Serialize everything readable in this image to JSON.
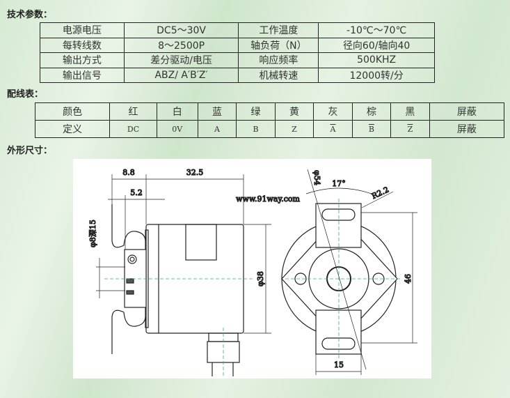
{
  "sections": {
    "spec_title": "技术参数：",
    "wiring_title": "配线表：",
    "dimensions_title": "外形尺寸："
  },
  "spec_table": [
    [
      "电源电压",
      "DC5～30V",
      "工作温度",
      "-10℃～70℃"
    ],
    [
      "每转线数",
      "8～2500P",
      "轴负荷（N）",
      "径向60/轴向40"
    ],
    [
      "输出方式",
      "差分驱动/电压",
      "响应频率",
      "500KHZ"
    ],
    [
      "输出信号",
      "ABZ/ A′B′Z′",
      "机械转速",
      "12000转/分"
    ]
  ],
  "wiring_table": {
    "colors": [
      "颜色",
      "红",
      "白",
      "蓝",
      "绿",
      "黄",
      "灰",
      "棕",
      "黑",
      "屏蔽"
    ],
    "definitions": [
      "定义",
      "DC",
      "0V",
      "A",
      "B",
      "Z",
      "A",
      "B",
      "Z",
      "屏蔽"
    ]
  },
  "drawing": {
    "dim_8_8": "8.8",
    "dim_32_5": "32.5",
    "dim_5_2": "5.2",
    "dim_hole": "φ8深15",
    "dim_38": "φ38",
    "dim_54": "φ54",
    "dim_17": "17°",
    "dim_r22": "R2.2",
    "dim_46": "46",
    "dim_15": "15",
    "watermark": "www.91way.com"
  }
}
